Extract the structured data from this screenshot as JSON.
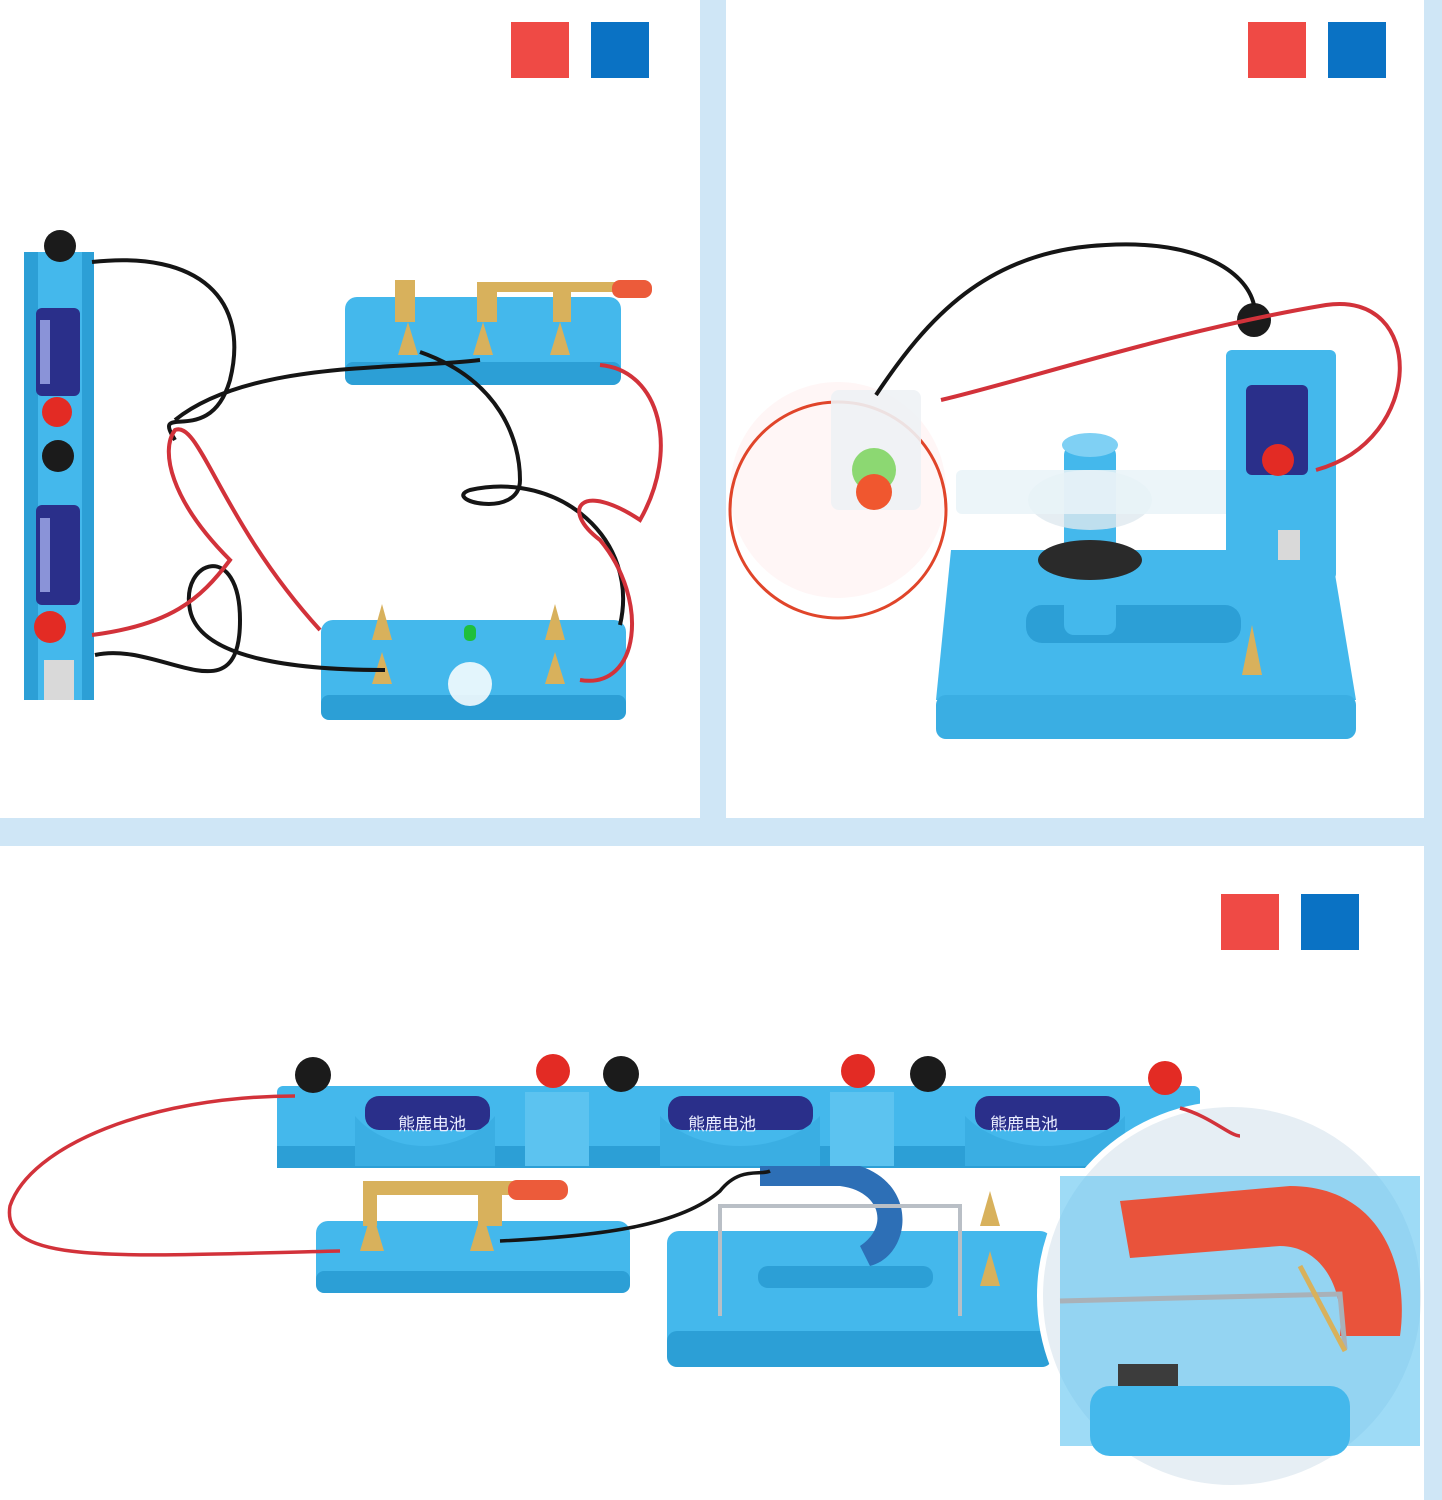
{
  "colors": {
    "page_background": "#cfe6f6",
    "panel_background": "#ffffff",
    "swatch_red": "#ef4a45",
    "swatch_blue": "#0a72c4",
    "plastic_blue": "#44b8ec",
    "plastic_blue_dark": "#2c9fd6",
    "brass": "#d8b15c",
    "wire_black": "#151515",
    "wire_red": "#d2323a",
    "terminal_red": "#e32b24",
    "terminal_black": "#1b1b1b",
    "battery_navy": "#2a2f8a",
    "magnet_red": "#e9533b",
    "magnet_blue": "#2d6fb6"
  },
  "swatches": [
    "red",
    "blue"
  ],
  "battery_labels": [
    "熊鹿电池",
    "熊鹿电池",
    "熊鹿电池"
  ]
}
